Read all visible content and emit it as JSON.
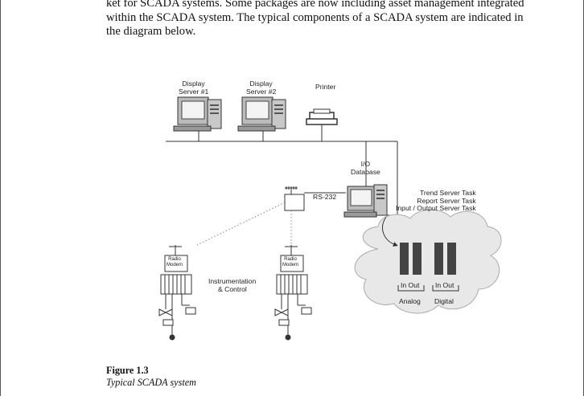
{
  "body_text": {
    "lines": [
      "ket for SCADA systems. Some packages are now including asset management integrated",
      "within the SCADA system. The typical components of a SCADA system are indicated in",
      "the diagram below."
    ]
  },
  "diagram": {
    "display_server_1": [
      "Display",
      "Server #1"
    ],
    "display_server_2": [
      "Display",
      "Server #2"
    ],
    "printer": "Printer",
    "io_database": [
      "I/O",
      "Database"
    ],
    "rs232": "RS-232",
    "server_tasks": [
      "Trend Server Task",
      "Report Server Task",
      "Input / Output Server Task"
    ],
    "radio_modem": [
      "Radio",
      "Modem"
    ],
    "instrumentation": [
      "Instrumentation",
      "& Control"
    ],
    "io_in_out_1": "In Out",
    "io_in_out_2": "In Out",
    "analog": "Analog",
    "digital": "Digital"
  },
  "caption": {
    "number": "Figure 1.3",
    "title": "Typical SCADA system"
  }
}
